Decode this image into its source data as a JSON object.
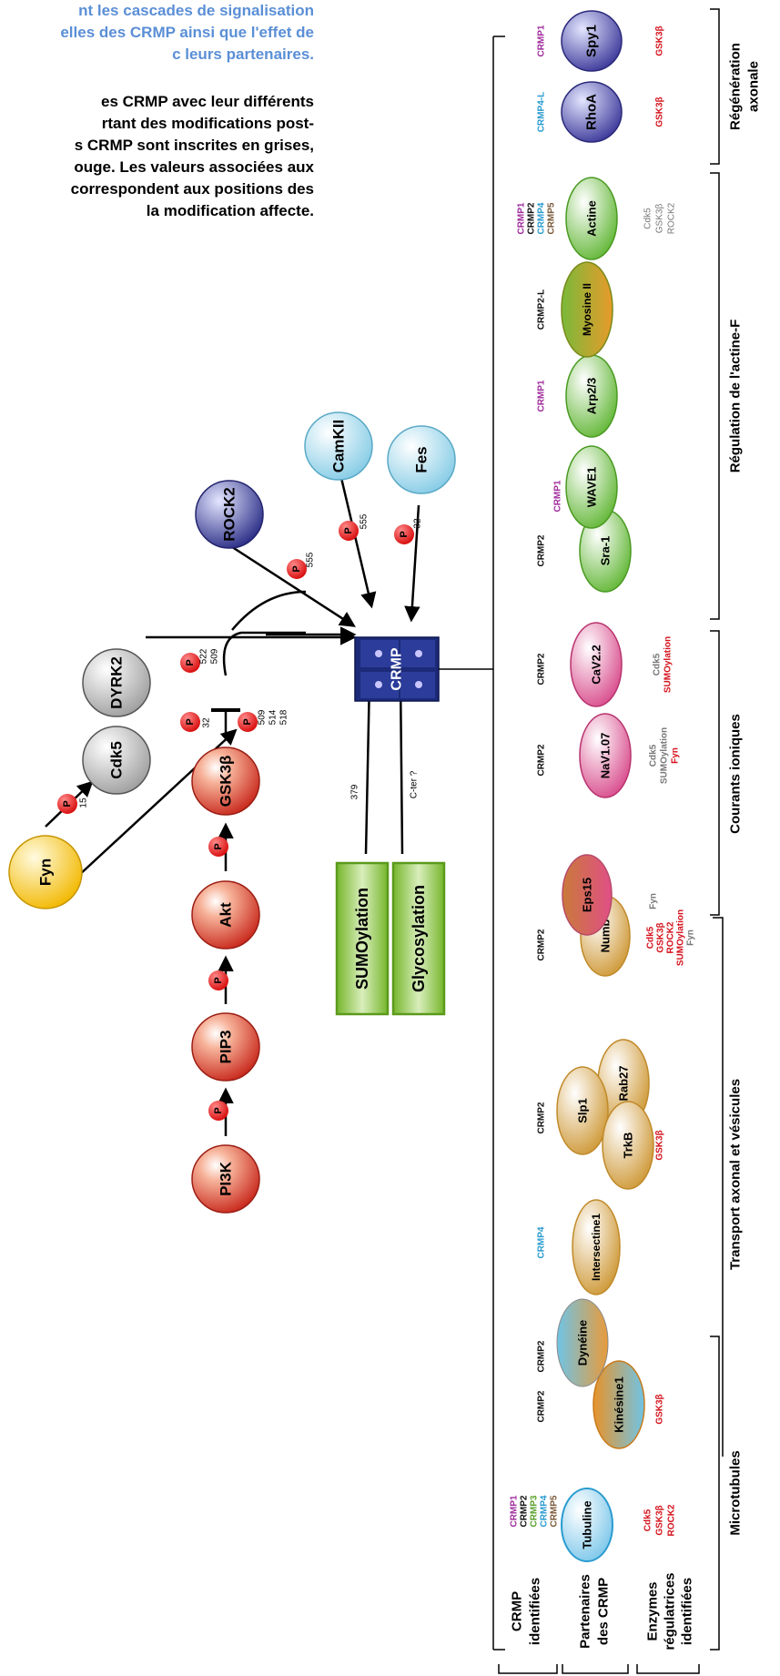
{
  "caption_top": [
    "nt les cascades de signalisation",
    "elles des CRMP ainsi que l'effet de",
    "c leurs partenaires."
  ],
  "caption_body": [
    "es CRMP avec leur différents",
    "rtant des modifications post-",
    "s CRMP sont inscrites en grises,",
    "ouge. Les valeurs associées aux",
    "correspondent aux positions des",
    "la modification affecte."
  ],
  "row_labels": [
    {
      "id": "crmp",
      "lines": [
        "CRMP",
        "identifiées"
      ]
    },
    {
      "id": "partners",
      "lines": [
        "Partenaires",
        "des CRMP"
      ]
    },
    {
      "id": "enzymes",
      "lines": [
        "Enzymes",
        "régulatrices",
        "identifiées"
      ]
    }
  ],
  "groups": [
    {
      "id": "microtubules",
      "label": "Microtubules"
    },
    {
      "id": "transport",
      "label": "Transport axonal et vésicules"
    },
    {
      "id": "courants",
      "label": "Courants ioniques"
    },
    {
      "id": "actine",
      "label": "Régulation de l'actine-F"
    },
    {
      "id": "regen",
      "lines": [
        "Régénération",
        "axonale"
      ]
    }
  ],
  "center": {
    "label": "CRMP"
  },
  "kinases": [
    {
      "id": "fyn",
      "label": "Fyn"
    },
    {
      "id": "cdk5",
      "label": "Cdk5"
    },
    {
      "id": "dyrk2",
      "label": "DYRK2"
    },
    {
      "id": "rock2",
      "label": "ROCK2"
    },
    {
      "id": "camkii",
      "label": "CamKII"
    },
    {
      "id": "fes",
      "label": "Fes"
    },
    {
      "id": "pi3k",
      "label": "PI3K"
    },
    {
      "id": "pip3",
      "label": "PIP3"
    },
    {
      "id": "akt",
      "label": "Akt"
    },
    {
      "id": "gsk3b",
      "label": "GSK3β"
    }
  ],
  "phospho_label": "P",
  "sites": {
    "fyn_cdk5": "15",
    "cdk5_dyrk2": [
      "522",
      "509"
    ],
    "cdk5": "32",
    "gsk3b": [
      "509",
      "514",
      "518"
    ],
    "rock2": "555",
    "camkii": "555",
    "fes": "32",
    "sumo": "379",
    "glyco": "C-ter ?"
  },
  "modifications": [
    {
      "id": "sumo",
      "label": "SUMOylation"
    },
    {
      "id": "glyco",
      "label": "Glycosylation"
    }
  ],
  "colors": {
    "crmp1": "#a02c9c",
    "crmp2": "#111111",
    "crmp3": "#5aa02c",
    "crmp4": "#2a9bd0",
    "crmp5": "#7b5a3a",
    "regulator": "#d4111b",
    "grey": "#777777",
    "caption_blue": "#5b8fd6",
    "crmp_box": "#1c2a78"
  },
  "partners": [
    {
      "id": "tubuline",
      "label": "Tubuline"
    },
    {
      "id": "kinesine",
      "label": "Kinésine1"
    },
    {
      "id": "dyneine",
      "label": "Dynéine"
    },
    {
      "id": "intersectine",
      "label": "Intersectine1"
    },
    {
      "id": "trkb",
      "label": "TrkB"
    },
    {
      "id": "slp1",
      "label": "Slp1"
    },
    {
      "id": "rab27",
      "label": "Rab27"
    },
    {
      "id": "numb",
      "label": "Numb"
    },
    {
      "id": "eps15",
      "label": "Eps15"
    },
    {
      "id": "nav",
      "label": "NaV1.07"
    },
    {
      "id": "cav",
      "label": "CaV2.2"
    },
    {
      "id": "sra1",
      "label": "Sra-1"
    },
    {
      "id": "wave1",
      "label": "WAVE1"
    },
    {
      "id": "arp",
      "label": "Arp2/3"
    },
    {
      "id": "myosine",
      "label": "Myosine II"
    },
    {
      "id": "actine",
      "label": "Actine"
    },
    {
      "id": "rhoa",
      "label": "RhoA"
    },
    {
      "id": "spy1",
      "label": "Spy1"
    }
  ],
  "crmp_text": {
    "tubuline": [
      "CRMP1",
      "CRMP2",
      "CRMP3",
      "CRMP4",
      "CRMP5"
    ],
    "kinesine": "CRMP2",
    "dyneine": "CRMP2",
    "intersectine": "CRMP4",
    "trkb": "CRMP2",
    "numb": "CRMP2",
    "nav": "CRMP2",
    "cav": "CRMP2",
    "sra1": "CRMP2",
    "wave1": "CRMP1",
    "arp": "CRMP1",
    "myosine": "CRMP2-L",
    "actine": [
      "CRMP1",
      "CRMP2",
      "CRMP4",
      "CRMP5"
    ],
    "rhoa": "CRMP4-L",
    "spy1": "CRMP1"
  },
  "enzyme_text": {
    "tubuline": [
      "Cdk5",
      "GSK3β",
      "ROCK2"
    ],
    "kinesine": "GSK3β",
    "trkb": "GSK3β",
    "numb": [
      "Cdk5",
      "GSK3β",
      "ROCK2",
      "SUMOylation",
      "Fyn"
    ],
    "eps15": "Fyn",
    "nav": [
      "Cdk5",
      "SUMOylation",
      "Fyn"
    ],
    "cav": [
      "Cdk5",
      "SUMOylation"
    ],
    "actine": [
      "Cdk5",
      "GSK3β",
      "ROCK2"
    ],
    "rhoa": "GSK3β",
    "spy1": "GSK3β"
  }
}
